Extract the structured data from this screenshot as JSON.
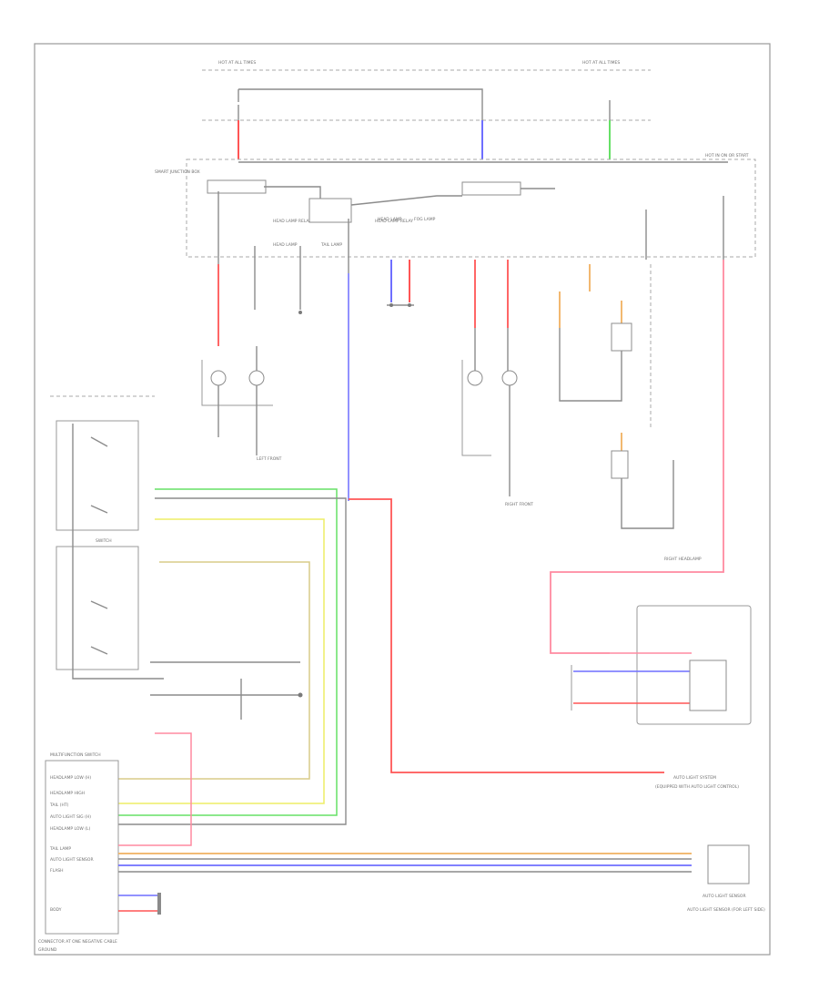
{
  "diagram": {
    "colors": {
      "background": "#ffffff",
      "frame": "#9a9a9a",
      "wire_default": "#8c8c8c",
      "wire_red": "#ff5555",
      "wire_blue": "#6f6fff",
      "wire_green": "#66e066",
      "wire_yellow": "#eeee66",
      "wire_tan": "#d8cc88",
      "wire_orange": "#f0b060",
      "wire_pink": "#ff8aa0",
      "wire_red_dark": "#ee2222",
      "wire_gray": "#a0a0a0"
    },
    "labels": {
      "fuse_top_left": "HOT AT ALL TIMES",
      "fuse_top_right": "HOT AT ALL TIMES",
      "bus_right": "HOT IN ON OR START",
      "relay_area": "SMART JUNCTION BOX",
      "relay_left": "HEAD LAMP RELAY",
      "relay_right": "HEAD LAMP RELAY",
      "row_labels_1": "HEAD LAMP",
      "row_labels_2": "TAIL LAMP",
      "row_labels_3": "HEAD LAMP",
      "row_labels_4": "FOG LAMP",
      "ground_left": "LEFT FRONT",
      "ground_center": "RIGHT FRONT",
      "ground_right": "RIGHT HEADLAMP",
      "switch_box_title": "MULTIFUNCTION SWITCH",
      "switch_box_row1": "HEADLAMP LOW (H)",
      "switch_box_row2": "HEADLAMP HIGH",
      "switch_box_row3": "TAIL (HT)",
      "switch_box_row4": "AUTO LIGHT SIG (H)",
      "switch_box_row5": "HEADLAMP LOW (L)",
      "switch_box_row6": "TAIL LAMP",
      "switch_box_row7": "AUTO LIGHT SENSOR",
      "switch_box_row8": "FLASH",
      "switch_box_row9": "BODY",
      "lower_sensor_label": "AUTO LIGHT SENSOR",
      "lower_sensor_sub": "AUTO LIGHT SENSOR (FOR LEFT SIDE)",
      "auto_module_label": "AUTO LIGHT SYSTEM",
      "auto_module_sub": "(EQUIPPED WITH AUTO LIGHT CONTROL)",
      "footnote": "CONNECTOR AT ONE NEGATIVE CABLE",
      "ground_bottom": "GROUND",
      "left_section_note": "SWITCH"
    }
  }
}
